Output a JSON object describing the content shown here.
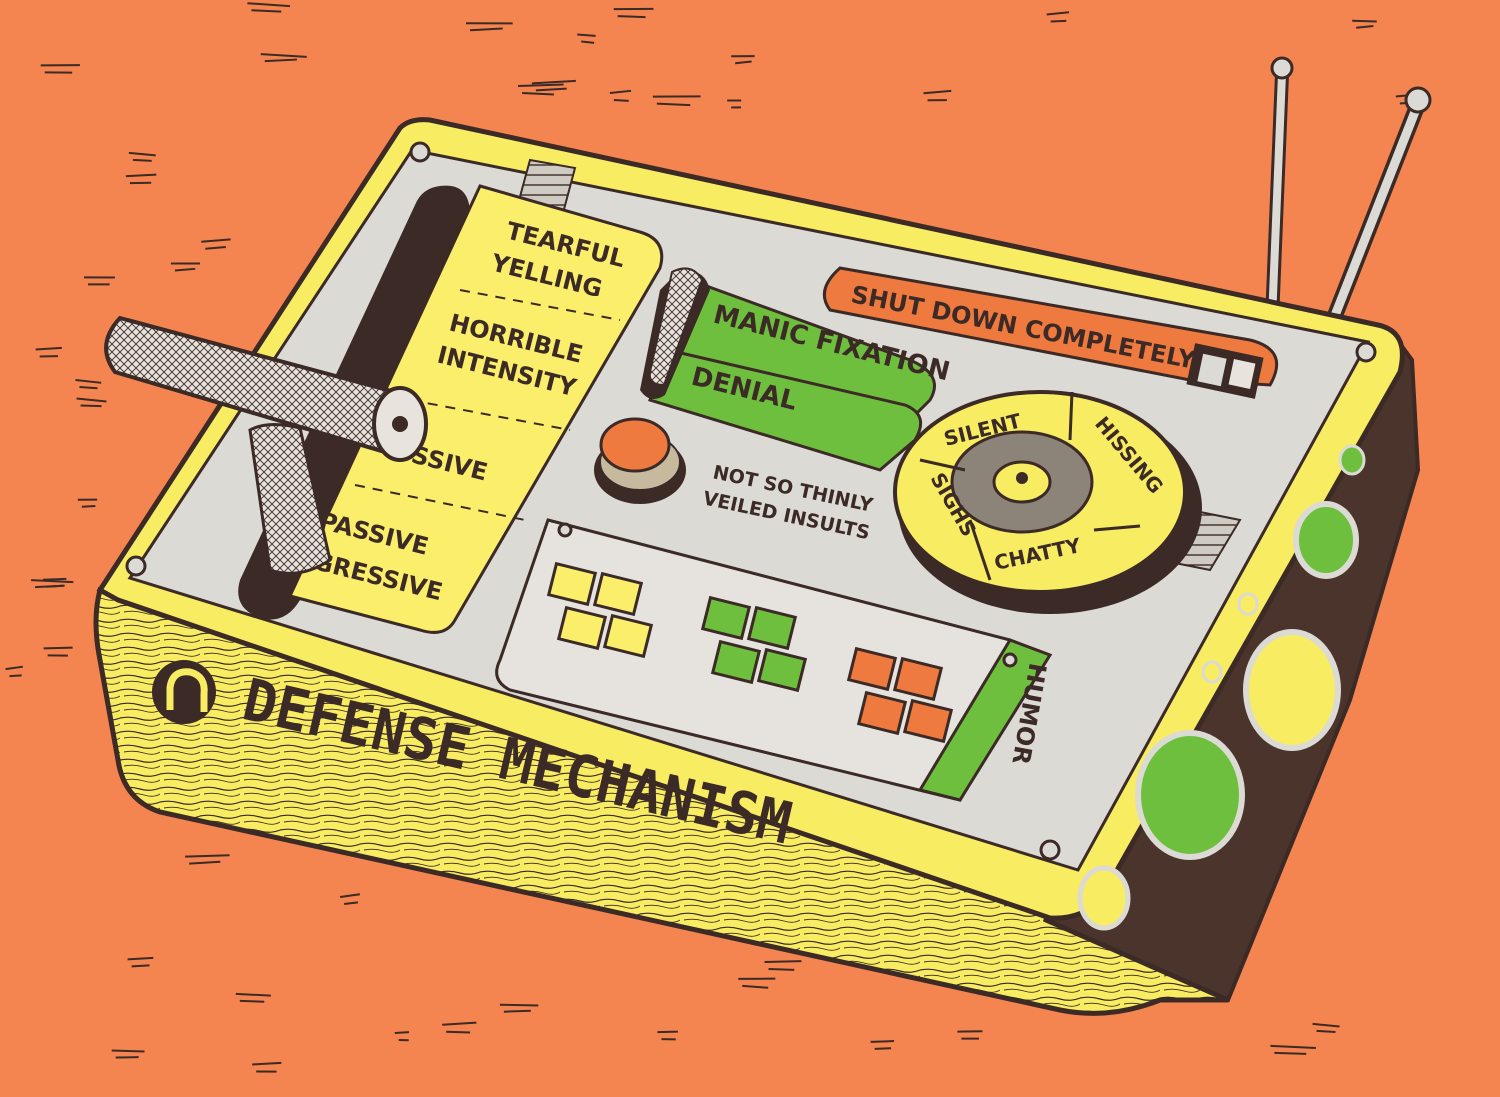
{
  "colors": {
    "background": "#f58550",
    "background_marks": "#3b2a26",
    "device_yellow": "#f7ec62",
    "panel_grey": "#dcdad5",
    "side_brown": "#4a342c",
    "accent_green": "#6fbf3e",
    "accent_orange": "#ef7a3f",
    "label_yellow": "#fbee6b",
    "ink": "#3b2a26"
  },
  "device": {
    "brand_name": "DEFENSE MECHANISM",
    "logo_icon": "horseshoe-magnet-icon"
  },
  "lever_scale": {
    "options": [
      "TEARFUL",
      "YELLING",
      "HORRIBLE",
      "INTENSITY",
      "SSIVE",
      "PASSIVE",
      "AGRESSIVE"
    ]
  },
  "switch_panel": {
    "top": "MANIC FIXATION",
    "bottom": "DENIAL"
  },
  "shutdown": {
    "label": "SHUT DOWN COMPLETELY"
  },
  "insult_button": {
    "line1": "NOT SO THINLY",
    "line2": "VEILED INSULTS"
  },
  "dial": {
    "options": [
      "SILENT",
      "HISSING",
      "CHATTY",
      "SIGHS"
    ]
  },
  "humor_slot": {
    "label": "HUMOR"
  }
}
